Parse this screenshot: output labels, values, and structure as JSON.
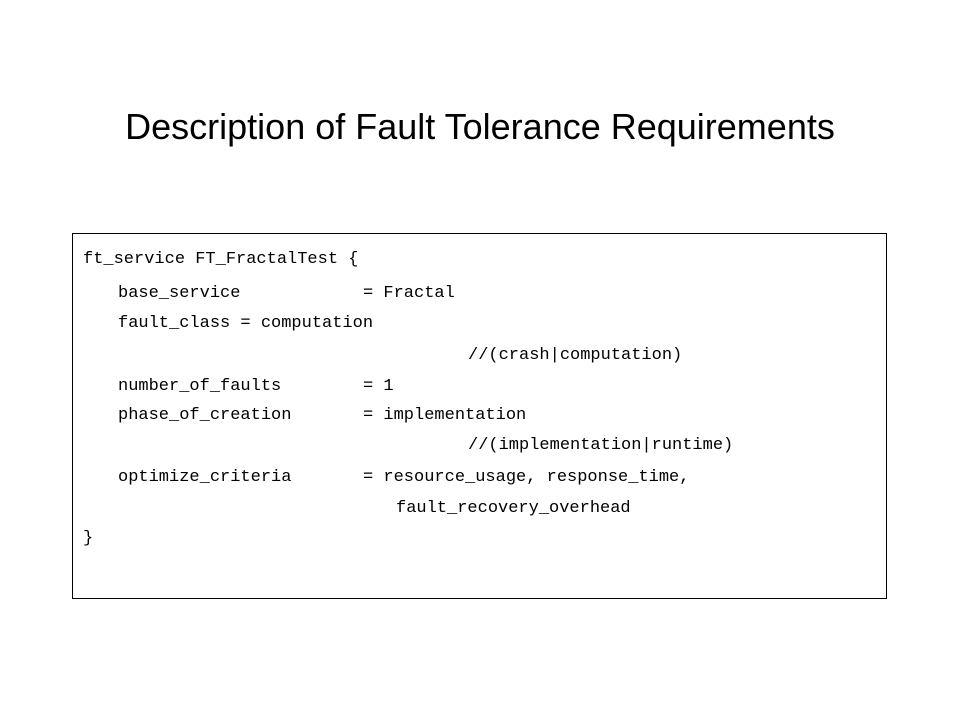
{
  "slide": {
    "title": "Description of Fault Tolerance Requirements"
  },
  "code": {
    "lines": [
      "ft_service FT_FractalTest {",
      "base_service\t= Fractal",
      "fault_class = computation",
      "//(crash|computation)",
      "number_of_faults\t= 1",
      "phase_of_creation\t= implementation",
      "//(implementation|runtime)",
      "optimize_criteria\t= resource_usage, response_time,",
      "fault_recovery_overhead",
      "}"
    ],
    "line_1": "ft_service FT_FractalTest {",
    "line_2_key": "base_service",
    "line_2_value": "= Fractal",
    "line_3": "fault_class = computation",
    "line_4": "//(crash|computation)",
    "line_5_key": "number_of_faults",
    "line_5_value": "= 1",
    "line_6_key": "phase_of_creation",
    "line_6_value": "= implementation",
    "line_7": "//(implementation|runtime)",
    "line_8_key": "optimize_criteria",
    "line_8_value": "= resource_usage, response_time,",
    "line_9": "fault_recovery_overhead",
    "line_10": "}"
  }
}
